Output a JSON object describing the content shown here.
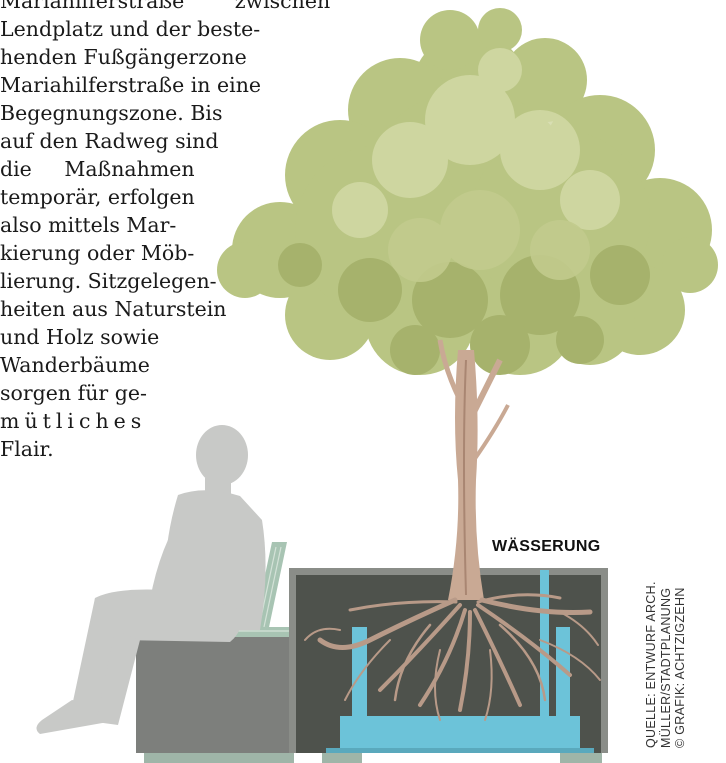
{
  "text_lines": [
    "Mariahilferstraße zwischen",
    "Lendplatz und der beste-",
    "henden Fußgängerzone",
    "Mariahilferstraße in eine",
    "Begegnungszone. Bis",
    "auf den Radweg sind",
    "die Maßnahmen",
    "temporär, erfolgen",
    "also mittels Mar-",
    "kierung oder Möb-",
    "lierung. Sitzgelegen-",
    "heiten aus Naturstein",
    "und Holz sowie",
    "Wanderbäume",
    "sorgen für ge-",
    "mütliches",
    "Flair."
  ],
  "labels": {
    "water": "WÄSSERUNG"
  },
  "source": {
    "line1": "QUELLE: ENTWURF ARCH.",
    "line2": "MÜLLER/STADTPLANUNG",
    "line3": "© GRAFIK: ACHTZIGZEHN"
  },
  "colors": {
    "foliage_light": "#c9d29a",
    "foliage_mid": "#b2bf79",
    "foliage_dark": "#a3b06a",
    "trunk": "#c9a994",
    "trunk_dark": "#a98672",
    "planter_fill": "#4e524c",
    "planter_frame": "#8a8d88",
    "water": "#6cc3d9",
    "bench_block": "#7d7f7c",
    "bench_slats": "#a8c4b3",
    "person": "#c8c9c7",
    "ground": "#9fb5a8"
  }
}
